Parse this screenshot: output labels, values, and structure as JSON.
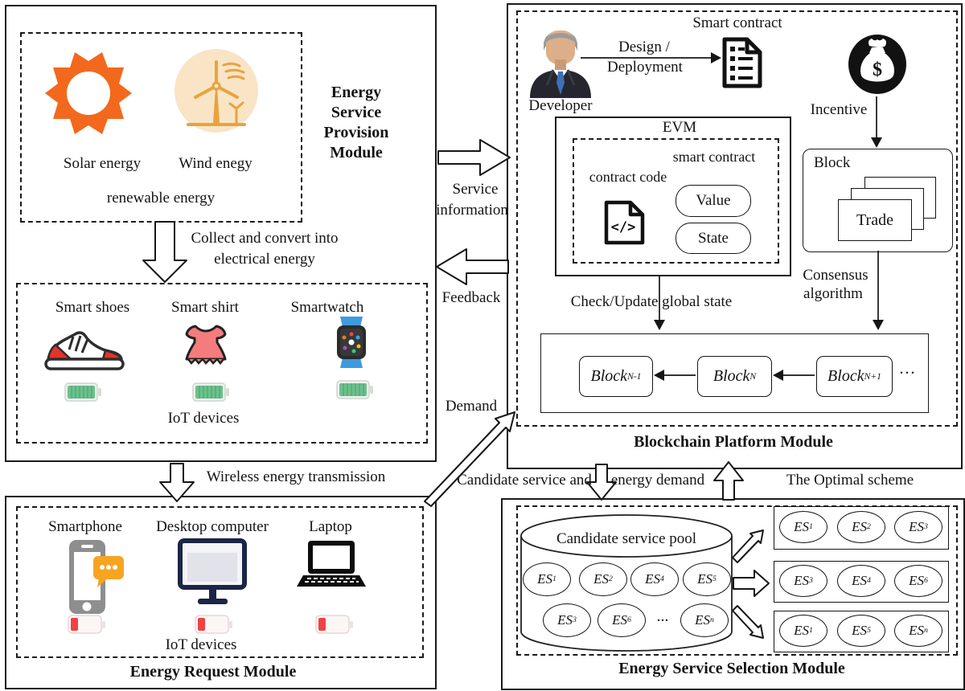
{
  "provision": {
    "title_lines": [
      "Energy",
      "Service",
      "Provision",
      "Module"
    ],
    "solar_label": "Solar energy",
    "wind_label": "Wind enegy",
    "renewable_label": "renewable energy",
    "collect_line1": "Collect and convert into",
    "collect_line2": "electrical energy",
    "devices": [
      "Smart shoes",
      "Smart shirt",
      "Smartwatch"
    ],
    "iot_label": "IoT devices"
  },
  "request": {
    "wireless_label": "Wireless energy transmission",
    "devices": [
      "Smartphone",
      "Desktop computer",
      "Laptop"
    ],
    "iot_label": "IoT devices",
    "title": "Energy Request Module"
  },
  "flows": {
    "service_line1": "Service",
    "service_line2": "information",
    "feedback": "Feedback",
    "demand": "Demand",
    "candidate_service": "Candidate service and",
    "energy_demand": "energy demand",
    "optimal": "The Optimal scheme"
  },
  "blockchain": {
    "title": "Blockchain Platform Module",
    "developer": "Developer",
    "design_line1": "Design /",
    "design_line2": "Deployment",
    "smart_contract": "Smart contract",
    "incentive": "Incentive",
    "evm_title": "EVM",
    "evm_smart_contract": "smart contract",
    "evm_contract_code": "contract code",
    "evm_value": "Value",
    "evm_state": "State",
    "block_label": "Block",
    "trade_label": "Trade",
    "check_label": "Check/Update global state",
    "consensus_line1": "Consensus",
    "consensus_line2": "algorithm",
    "chain": [
      {
        "base": "Block",
        "sub": "N-1"
      },
      {
        "base": "Block",
        "sub": "N"
      },
      {
        "base": "Block",
        "sub": "N+1"
      }
    ],
    "ellipsis": "···"
  },
  "selection": {
    "title": "Energy Service Selection Module",
    "pool_label": "Candidate service pool",
    "pool_row1": [
      {
        "base": "ES",
        "sub": "1"
      },
      {
        "base": "ES",
        "sub": "2"
      },
      {
        "base": "ES",
        "sub": "4"
      },
      {
        "base": "ES",
        "sub": "5"
      }
    ],
    "pool_row2": [
      {
        "base": "ES",
        "sub": "3"
      },
      {
        "base": "ES",
        "sub": "6"
      },
      {
        "base": "ES",
        "sub": "n"
      }
    ],
    "pool_ellipsis": "...",
    "rows": [
      {
        "items": [
          {
            "base": "ES",
            "sub": "1"
          },
          {
            "base": "ES",
            "sub": "2"
          },
          {
            "base": "ES",
            "sub": "3"
          }
        ]
      },
      {
        "items": [
          {
            "base": "ES",
            "sub": "3"
          },
          {
            "base": "ES",
            "sub": "4"
          },
          {
            "base": "ES",
            "sub": "6"
          }
        ]
      },
      {
        "items": [
          {
            "base": "ES",
            "sub": "1"
          },
          {
            "base": "ES",
            "sub": "5"
          },
          {
            "base": "ES",
            "sub": "n"
          }
        ]
      }
    ]
  },
  "icons": {
    "money_symbol": "$",
    "code_symbol": "</>"
  },
  "colors": {
    "sun": "#f2691d",
    "wind_bg": "#f9e4c6",
    "wind": "#e8a33d",
    "dress": "#f47c7c",
    "watch_band": "#3d9be0",
    "battery_full": "#6cc08b",
    "battery_low": "#f04343",
    "chat_bubble": "#f7a421",
    "monitor_frame": "#1b2545"
  }
}
